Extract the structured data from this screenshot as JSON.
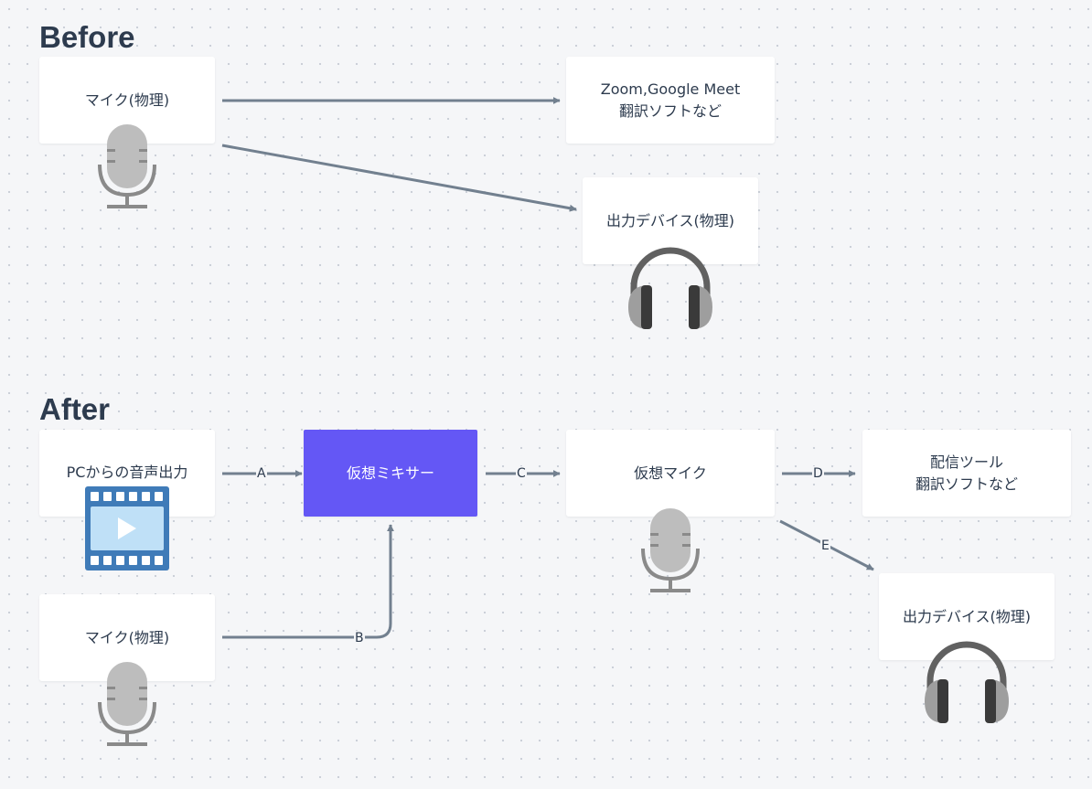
{
  "before": {
    "title": "Before",
    "nodes": {
      "mic": "マイク(物理)",
      "apps_line1": "Zoom,Google Meet",
      "apps_line2": "翻訳ソフトなど",
      "output": "出力デバイス(物理)"
    }
  },
  "after": {
    "title": "After",
    "nodes": {
      "pc_audio": "PCからの音声出力",
      "mixer": "仮想ミキサー",
      "virtual_mic": "仮想マイク",
      "tools_line1": "配信ツール",
      "tools_line2": "翻訳ソフトなど",
      "mic": "マイク(物理)",
      "output": "出力デバイス(物理)"
    },
    "edges": {
      "a": "A",
      "b": "B",
      "c": "C",
      "d": "D",
      "e": "E"
    }
  },
  "icons": [
    "microphone-icon",
    "headphones-icon",
    "video-file-icon"
  ],
  "colors": {
    "background": "#f5f6f8",
    "node": "#ffffff",
    "mixer": "#6457f5",
    "edge": "#72808f",
    "text": "#2d3b4e"
  }
}
